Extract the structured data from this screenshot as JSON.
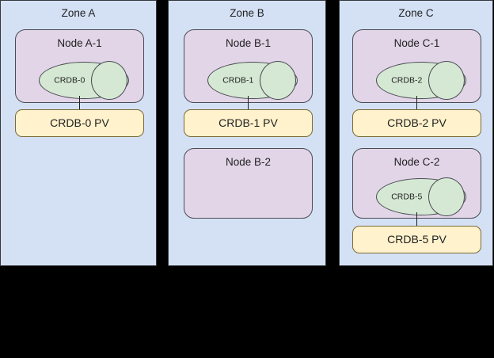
{
  "diagram": {
    "title_visible": false,
    "background_color": "#000000",
    "colors": {
      "zone_fill": "#d4e1f5",
      "zone_stroke": "#36393d",
      "node_fill": "#e1d5e7",
      "node_stroke": "#4b4b52",
      "database_fill": "#d5e8d4",
      "database_stroke": "#4b4b52",
      "pv_fill": "#fff2cc",
      "pv_stroke": "#7a6a33",
      "connector": "#1f1f1f",
      "text": "#1f1f1f"
    }
  },
  "zones": [
    {
      "label": "Zone A",
      "nodes": [
        {
          "label": "Node A-1",
          "database": {
            "label": "CRDB-0"
          },
          "pv": {
            "label": "CRDB-0 PV"
          },
          "has_connector": true
        }
      ]
    },
    {
      "label": "Zone B",
      "nodes": [
        {
          "label": "Node B-1",
          "database": {
            "label": "CRDB-1"
          },
          "pv": {
            "label": "CRDB-1 PV"
          },
          "has_connector": true
        },
        {
          "label": "Node B-2",
          "database": null,
          "pv": null,
          "has_connector": false
        }
      ]
    },
    {
      "label": "Zone C",
      "nodes": [
        {
          "label": "Node C-1",
          "database": {
            "label": "CRDB-2"
          },
          "pv": {
            "label": "CRDB-2 PV"
          },
          "has_connector": true
        },
        {
          "label": "Node C-2",
          "database": {
            "label": "CRDB-5"
          },
          "pv": {
            "label": "CRDB-5 PV"
          },
          "has_connector": true
        }
      ]
    }
  ]
}
